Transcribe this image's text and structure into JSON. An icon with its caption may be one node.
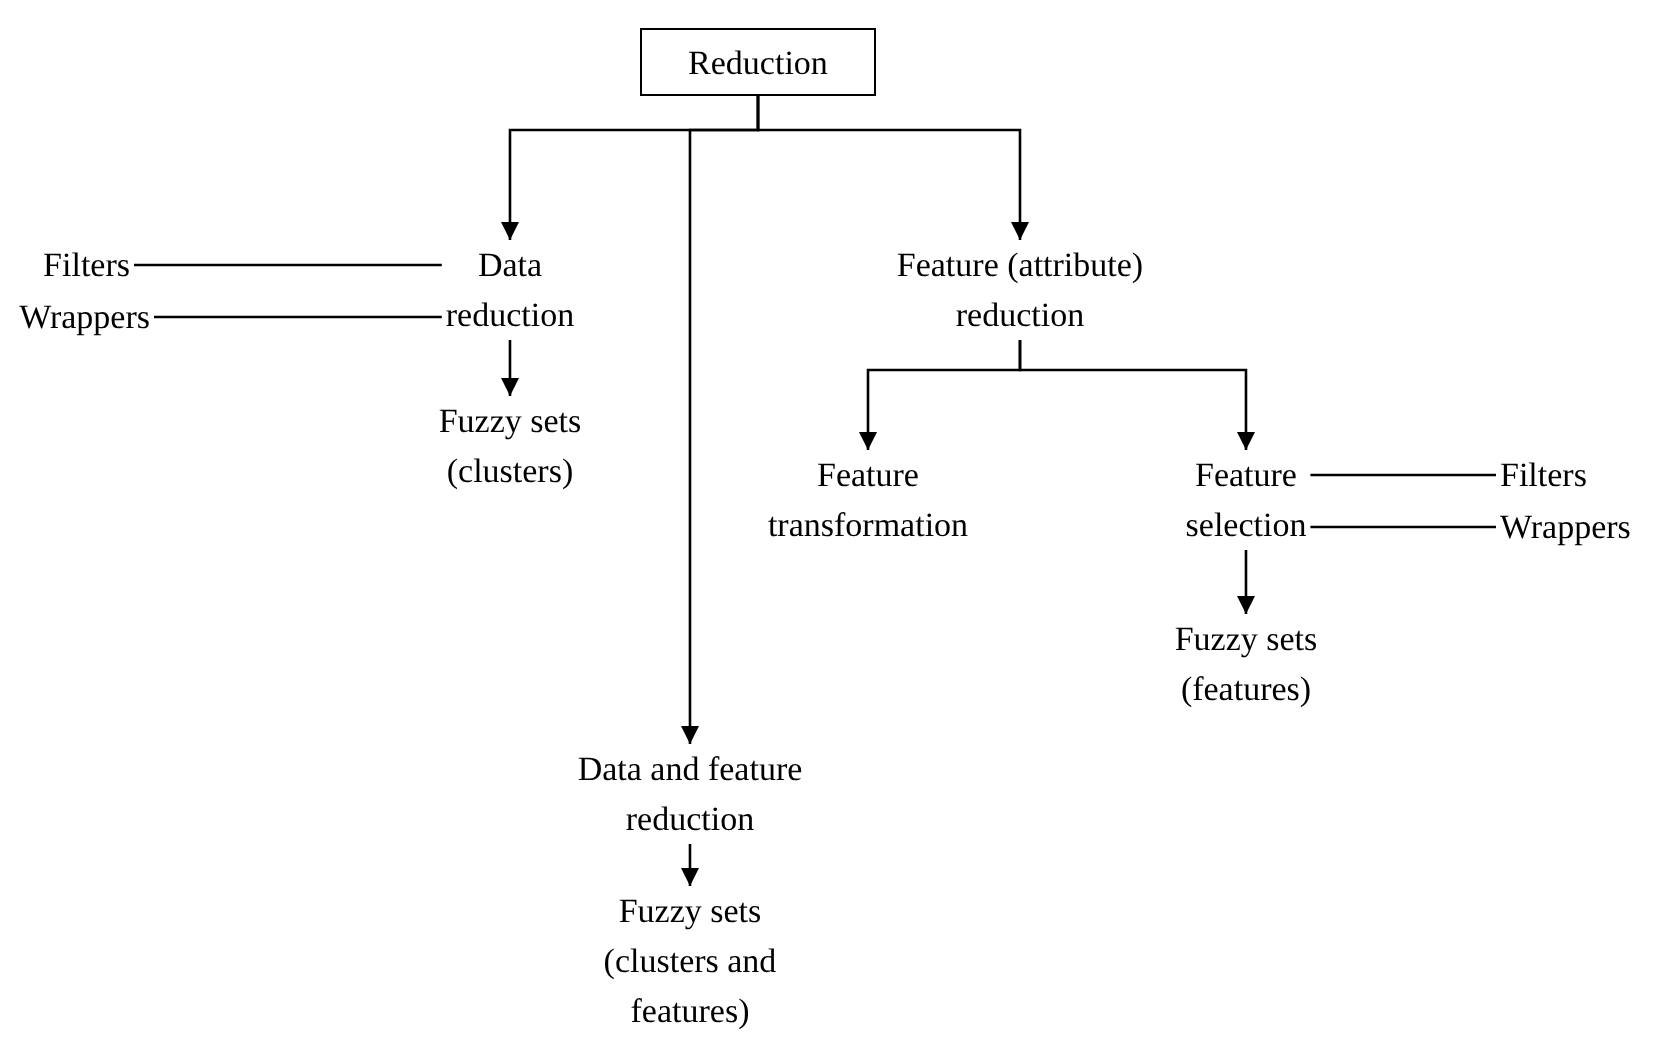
{
  "diagram": {
    "nodes": [
      {
        "text": [
          "Reduction"
        ]
      },
      {
        "text": [
          "Data reduction"
        ]
      },
      {
        "text": [
          "Feature (attribute) reduction"
        ]
      },
      {
        "text": [
          "Filters"
        ]
      },
      {
        "text": [
          "Wrappers"
        ]
      },
      {
        "text": [
          "Fuzzy sets (clusters)"
        ]
      },
      {
        "text": [
          "Feature transformation"
        ]
      },
      {
        "text": [
          "Feature selection"
        ]
      },
      {
        "text": [
          "Filters"
        ]
      },
      {
        "text": [
          "Wrappers"
        ]
      },
      {
        "text": [
          "Fuzzy sets (features)"
        ]
      },
      {
        "text": [
          "Data and feature reduction"
        ]
      },
      {
        "text": [
          "Fuzzy sets (clusters and features)"
        ]
      }
    ],
    "edges": [
      {
        "from": 0,
        "to": 1,
        "arrow": "to"
      },
      {
        "from": 0,
        "to": 11,
        "arrow": "to"
      },
      {
        "from": 0,
        "to": 2,
        "arrow": "to"
      },
      {
        "from": 3,
        "to": 1,
        "arrow": "none"
      },
      {
        "from": 4,
        "to": 1,
        "arrow": "none"
      },
      {
        "from": 1,
        "to": 5,
        "arrow": "to"
      },
      {
        "from": 2,
        "to": 6,
        "arrow": "to"
      },
      {
        "from": 2,
        "to": 7,
        "arrow": "to"
      },
      {
        "from": 7,
        "to": 8,
        "arrow": "none"
      },
      {
        "from": 7,
        "to": 9,
        "arrow": "none"
      },
      {
        "from": 7,
        "to": 10,
        "arrow": "to"
      },
      {
        "from": 11,
        "to": 12,
        "arrow": "to"
      }
    ]
  }
}
